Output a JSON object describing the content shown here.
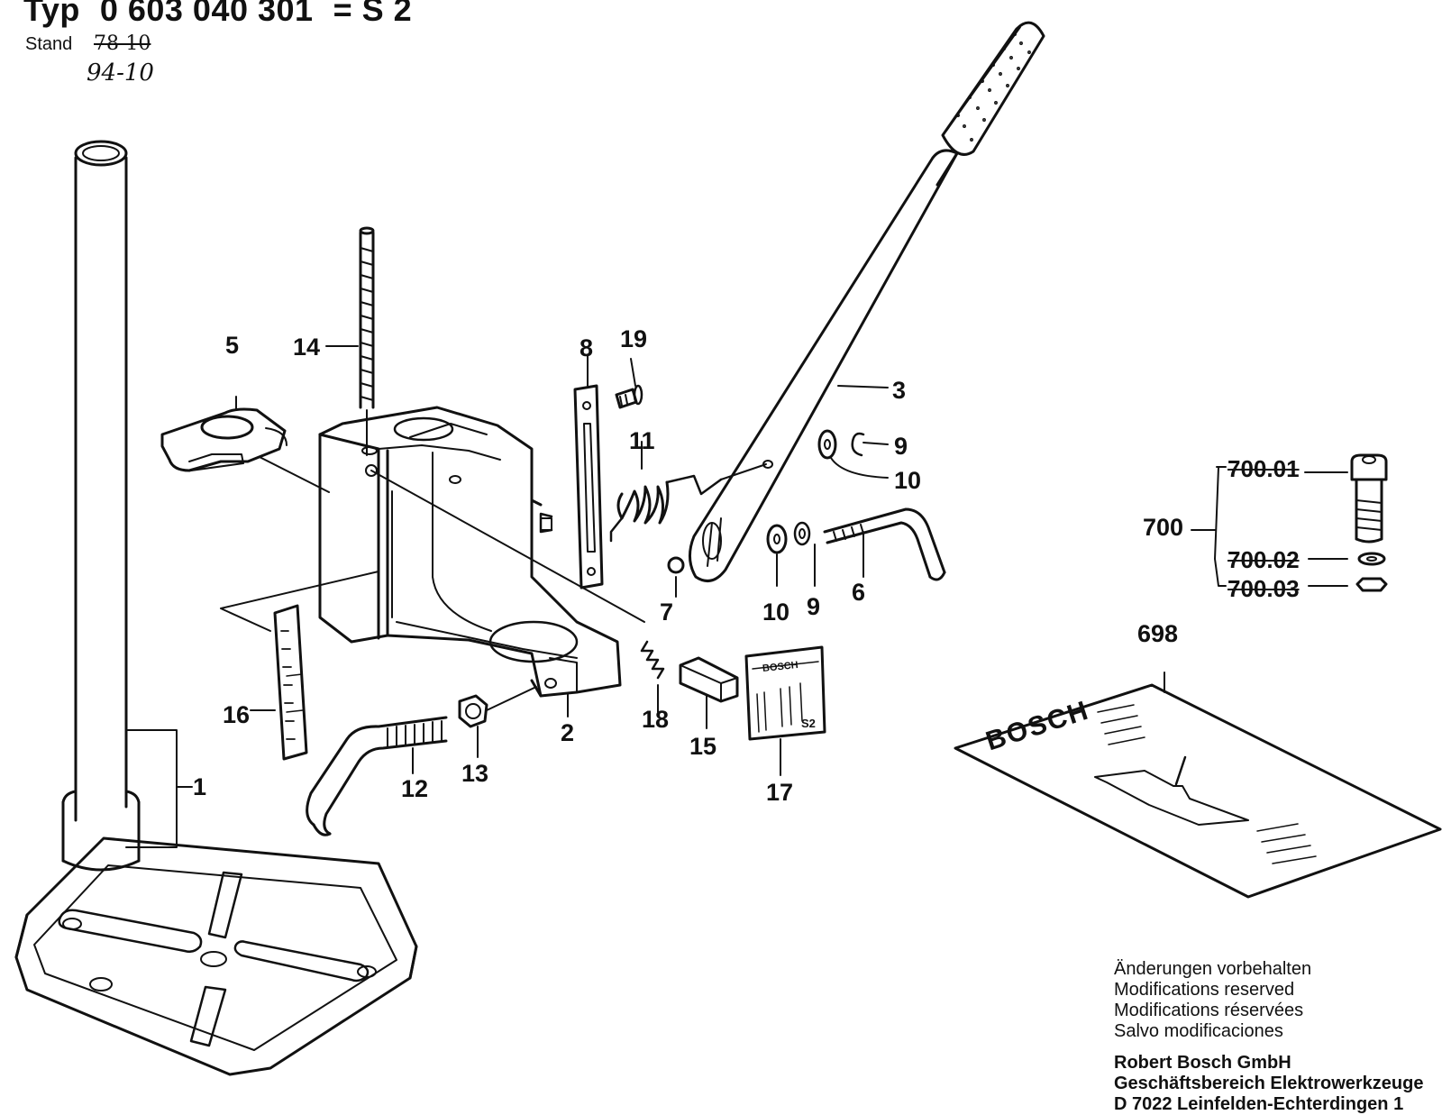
{
  "header": {
    "type_prefix": "Typ",
    "type_number": "0 603 040 301",
    "model": "= S 2",
    "stand_label": "Stand",
    "stand_old": "78-10",
    "stand_new": "94-10"
  },
  "parts": [
    {
      "id": "p1",
      "label": "1"
    },
    {
      "id": "p2",
      "label": "2"
    },
    {
      "id": "p3",
      "label": "3"
    },
    {
      "id": "p5",
      "label": "5"
    },
    {
      "id": "p6",
      "label": "6"
    },
    {
      "id": "p7",
      "label": "7"
    },
    {
      "id": "p8",
      "label": "8"
    },
    {
      "id": "p9a",
      "label": "9"
    },
    {
      "id": "p9b",
      "label": "9"
    },
    {
      "id": "p10a",
      "label": "10"
    },
    {
      "id": "p10b",
      "label": "10"
    },
    {
      "id": "p11",
      "label": "11"
    },
    {
      "id": "p12",
      "label": "12"
    },
    {
      "id": "p13",
      "label": "13"
    },
    {
      "id": "p14",
      "label": "14"
    },
    {
      "id": "p15",
      "label": "15"
    },
    {
      "id": "p16",
      "label": "16"
    },
    {
      "id": "p17",
      "label": "17"
    },
    {
      "id": "p18",
      "label": "18"
    },
    {
      "id": "p19",
      "label": "19"
    },
    {
      "id": "p698",
      "label": "698"
    },
    {
      "id": "p700",
      "label": "700"
    },
    {
      "id": "p700_01",
      "label": "700.01"
    },
    {
      "id": "p700_02",
      "label": "700.02"
    },
    {
      "id": "p700_03",
      "label": "700.03"
    }
  ],
  "brand": {
    "plate_logo": "BOSCH",
    "plate_model": "S2",
    "manual_logo": "BOSCH"
  },
  "footer": {
    "lines": [
      "Änderungen vorbehalten",
      "Modifications reserved",
      "Modifications réservées",
      "Salvo modificaciones"
    ],
    "company": "Robert Bosch GmbH",
    "division": "Geschäftsbereich Elektrowerkzeuge",
    "address": "D 7022 Leinfelden-Echterdingen 1"
  },
  "colors": {
    "ink": "#111111",
    "paper": "#ffffff",
    "shade": "#d9d9d9"
  }
}
